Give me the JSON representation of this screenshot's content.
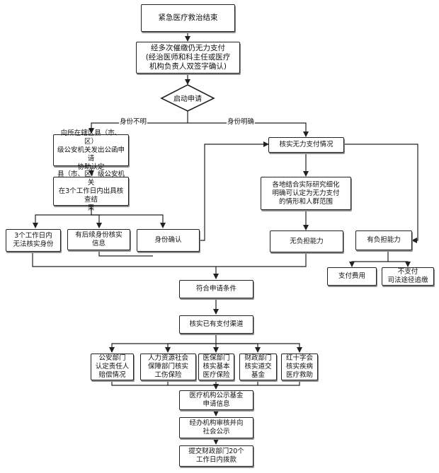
{
  "nodes": {
    "n1": "紧急医疗救治结束",
    "n2": "经多次催缴仍无力支付\n(经治医师和科主任或医疗\n机构负责人双签字确认)",
    "decision": "启动申请",
    "a1": "向所在辖区县（市、区）\n级公安机关发出公函申请\n协助认定",
    "a2": "县（市、区）级公安机关\n在3个工作日内出具核查结\n果",
    "a3": "3个工作日内\n无法核实身份",
    "a4": "有后续身份核实\n信息",
    "a5": "身份确认",
    "b1": "核实无力支付情况",
    "b2": "各地结合实际研究细化\n明确可认定为无力支付\n的情形和人群范围",
    "b3": "无负担能力",
    "c1": "有负担能力",
    "c2": "支付费用",
    "c3": "不支付\n司法途径追缴",
    "m1": "符合申请条件",
    "m2": "核实已有支付渠道",
    "p1": "公安部门\n认定责任人\n赔偿情况",
    "p2": "人力资源社会\n保障部门核实\n工伤保险",
    "p3": "医保部门\n核实基本\n医疗保险",
    "p4": "财政部门\n核实道交\n基金",
    "p5": "红十字会\n核实疾病\n医疗救助",
    "f1": "医疗机构公示基金\n申请信息",
    "f2": "经办机构审核并向\n社会公示",
    "f3": "提交财政部门20个\n工作日内拨款"
  },
  "edge_labels": {
    "unknown": "身份不明",
    "known": "身份明确"
  }
}
